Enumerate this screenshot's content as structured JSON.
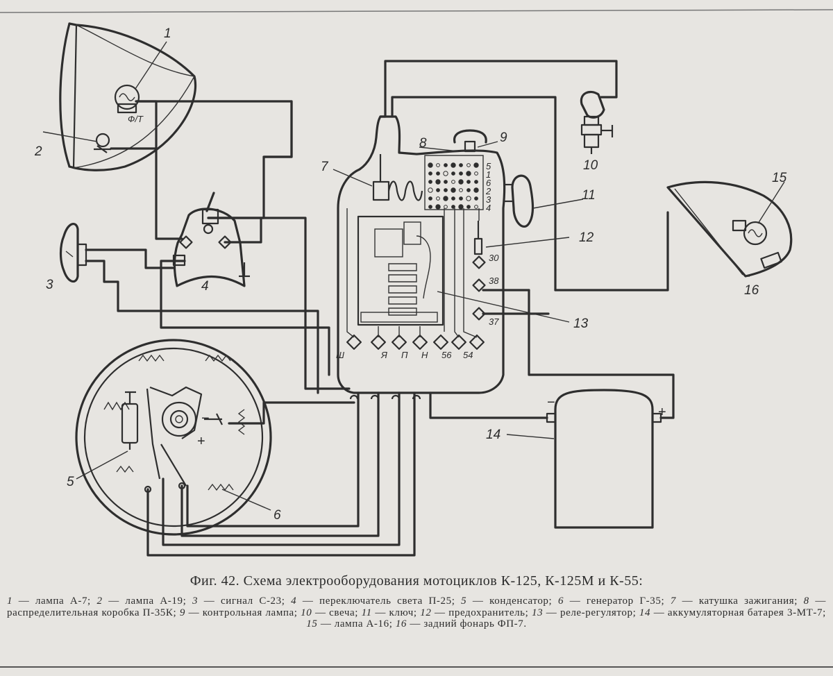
{
  "figure": {
    "caption": "Фиг. 42. Схема электрооборудования мотоциклов К-125, К-125М и К-55:",
    "legend": [
      {
        "num": "1",
        "text": "лампа А-7"
      },
      {
        "num": "2",
        "text": "лампа А-19"
      },
      {
        "num": "3",
        "text": "сигнал С-23"
      },
      {
        "num": "4",
        "text": "переключатель света П-25"
      },
      {
        "num": "5",
        "text": "конденсатор"
      },
      {
        "num": "6",
        "text": "генератор Г-35"
      },
      {
        "num": "7",
        "text": "катушка зажигания"
      },
      {
        "num": "8",
        "text": "распределительная коробка П-35К"
      },
      {
        "num": "9",
        "text": "контрольная лампа"
      },
      {
        "num": "10",
        "text": "свеча"
      },
      {
        "num": "11",
        "text": "ключ"
      },
      {
        "num": "12",
        "text": "предохранитель"
      },
      {
        "num": "13",
        "text": "реле-регулятор"
      },
      {
        "num": "14",
        "text": "аккумуляторная батарея 3-МТ-7"
      },
      {
        "num": "15",
        "text": "лампа А-16"
      },
      {
        "num": "16",
        "text": "задний фонарь ФП-7"
      }
    ]
  },
  "callouts": {
    "c1": "1",
    "c2": "2",
    "c3": "3",
    "c4": "4",
    "c5": "5",
    "c6": "6",
    "c7": "7",
    "c8": "8",
    "c9": "9",
    "c10": "10",
    "c11": "11",
    "c12": "12",
    "c13": "13",
    "c14": "14",
    "c15": "15",
    "c16": "16"
  },
  "terminals": {
    "sh": "Ш",
    "ya": "Я",
    "p": "П",
    "n": "Н",
    "t56": "56",
    "t54": "54",
    "t30": "30",
    "t38": "38",
    "t37": "37"
  },
  "box_rows": [
    "5",
    "1",
    "6",
    "2",
    "3",
    "4"
  ],
  "symbols": {
    "minus": "−",
    "plus": "+",
    "gen_minus": "−",
    "gen_plus": "+"
  },
  "lamp_marks": {
    "lamp1_mark": "Ф/Т"
  }
}
